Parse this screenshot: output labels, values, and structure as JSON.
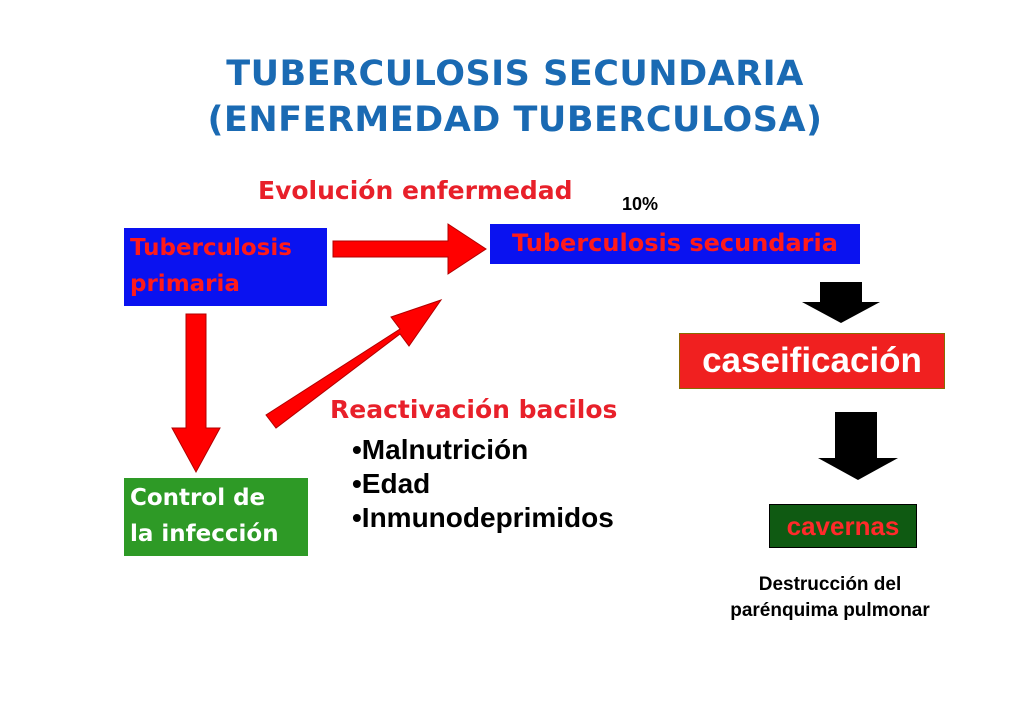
{
  "title": {
    "line1": "TUBERCULOSIS SECUNDARIA",
    "line2": "(ENFERMEDAD TUBERCULOSA)"
  },
  "labels": {
    "evolucion": "Evolución enfermedad",
    "percent": "10%",
    "reactivacion": "Reactivación bacilos"
  },
  "nodes": {
    "primaria_line1": "Tuberculosis",
    "primaria_line2": "primaria",
    "secundaria": "Tuberculosis secundaria",
    "control_line1": "Control de",
    "control_line2": "la infección",
    "caseificacion": "caseificación",
    "cavernas": "cavernas"
  },
  "factors": [
    "•Malnutrición",
    "•Edad",
    "•Inmunodeprimidos"
  ],
  "destruccion": {
    "line1": "Destrucción del",
    "line2": "parénquima pulmonar"
  },
  "colors": {
    "title": "#1a6ab3",
    "red": "#e8202a",
    "blue_box": "#0a12f0",
    "green_box": "#2e9a26",
    "dark_green_box": "#0f5a12",
    "red_box": "#f02020"
  }
}
